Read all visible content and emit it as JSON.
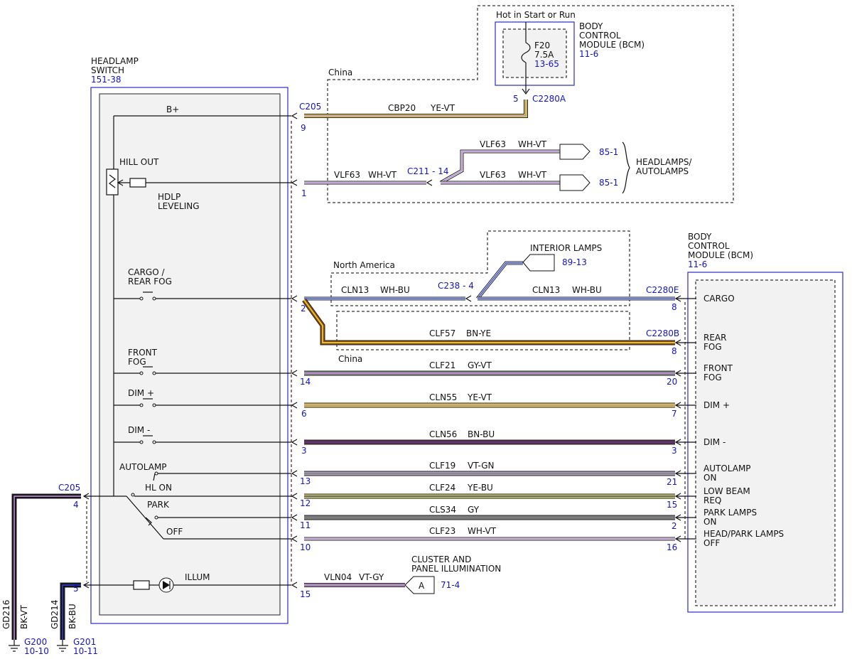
{
  "colors": {
    "YE-VT": [
      "#e8d02a",
      "#b58ad0"
    ],
    "WH-VT": [
      "#ffffff",
      "#b58ad0"
    ],
    "WH-BU": [
      "#ffffff",
      "#3a56d8"
    ],
    "BN-YE": [
      "#8a4a1a",
      "#f1d21c"
    ],
    "GY-VT": [
      "#8a8a8a",
      "#b58ad0"
    ],
    "BN-BU": [
      "#7a2c1c",
      "#2d3ec8"
    ],
    "VT-GN": [
      "#c58ad8",
      "#56a456"
    ],
    "YE-BU": [
      "#e8d02a",
      "#3a56d8"
    ],
    "GY": [
      "#7d7d7d",
      "#7d7d7d"
    ],
    "VT-GY": [
      "#c58ad8",
      "#8a8a8a"
    ],
    "BK-VT": [
      "#111111",
      "#b58ad0"
    ],
    "BK-BU": [
      "#111111",
      "#2d3ec8"
    ]
  },
  "headlamp_switch": {
    "title_line1": "HEADLAMP",
    "title_line2": "SWITCH",
    "ref": "151-38"
  },
  "switch_labels": {
    "bplus": "B+",
    "hill_out": "HILL OUT",
    "hdlp1": "HDLP",
    "hdlp2": "LEVELING",
    "cargo1": "CARGO /",
    "cargo2": "REAR FOG",
    "front1": "FRONT",
    "front2": "FOG",
    "dimplus": "DIM +",
    "dimminus": "DIM -",
    "autolamp": "AUTOLAMP",
    "hlon": "HL ON",
    "park": "PARK",
    "off": "OFF",
    "illum": "ILLUM"
  },
  "bcm_top": {
    "line1": "BODY",
    "line2": "CONTROL",
    "line3": "MODULE (BCM)",
    "ref": "11-6",
    "hot": "Hot in Start or Run",
    "fuse": "F20",
    "amps": "7.5A",
    "fuse_ref": "13-65",
    "pin": "5",
    "conn": "C2280A"
  },
  "region_china_top": "China",
  "region_north_america": "North America",
  "region_china_mid": "China",
  "c205_top": {
    "conn": "C205",
    "pin": "9"
  },
  "wires": {
    "cbp20": {
      "circuit": "CBP20",
      "color": "YE-VT"
    },
    "vlf63a": {
      "circuit": "VLF63",
      "color": "WH-VT"
    },
    "vlf63b": {
      "circuit": "VLF63",
      "color": "WH-VT"
    },
    "vlf63c": {
      "circuit": "VLF63",
      "color": "WH-VT"
    },
    "cln13a": {
      "circuit": "CLN13",
      "color": "WH-BU"
    },
    "cln13b": {
      "circuit": "CLN13",
      "color": "WH-BU"
    },
    "clf57": {
      "circuit": "CLF57",
      "color": "BN-YE"
    },
    "clf21": {
      "circuit": "CLF21",
      "color": "GY-VT"
    },
    "cln55": {
      "circuit": "CLN55",
      "color": "YE-VT"
    },
    "cln56": {
      "circuit": "CLN56",
      "color": "BN-BU"
    },
    "clf19": {
      "circuit": "CLF19",
      "color": "VT-GN"
    },
    "clf24": {
      "circuit": "CLF24",
      "color": "YE-BU"
    },
    "cls34": {
      "circuit": "CLS34",
      "color": "GY"
    },
    "clf23": {
      "circuit": "CLF23",
      "color": "WH-VT"
    },
    "vln04": {
      "circuit": "VLN04",
      "color": "VT-GY"
    }
  },
  "splices": {
    "c211": "C211 - 14",
    "c238": "C238 - 4"
  },
  "headlamps": {
    "line1": "HEADLAMPS/",
    "line2": "AUTOLAMPS",
    "ref1": "85-1",
    "ref2": "85-1"
  },
  "interior": {
    "label": "INTERIOR LAMPS",
    "ref": "89-13"
  },
  "bcm_right": {
    "line1": "BODY",
    "line2": "CONTROL",
    "line3": "MODULE (BCM)",
    "ref": "11-6",
    "conn_e": "C2280E",
    "conn_b": "C2280B",
    "pins": [
      {
        "l1": "CARGO",
        "l2": "",
        "pin": "8"
      },
      {
        "l1": "REAR",
        "l2": "FOG",
        "pin": "8"
      },
      {
        "l1": "FRONT",
        "l2": "FOG",
        "pin": "20"
      },
      {
        "l1": "DIM +",
        "l2": "",
        "pin": "7"
      },
      {
        "l1": "DIM -",
        "l2": "",
        "pin": "3"
      },
      {
        "l1": "AUTOLAMP",
        "l2": "ON",
        "pin": "21"
      },
      {
        "l1": "LOW BEAM",
        "l2": "REQ",
        "pin": "15"
      },
      {
        "l1": "PARK LAMPS",
        "l2": "ON",
        "pin": "2"
      },
      {
        "l1": "HEAD/PARK LAMPS",
        "l2": "OFF",
        "pin": "16"
      }
    ]
  },
  "left_pins": [
    "1",
    "2",
    "14",
    "6",
    "3",
    "13",
    "12",
    "11",
    "10",
    "15"
  ],
  "c205_left": {
    "conn": "C205",
    "pin": "4",
    "pin2": "5"
  },
  "grounds": {
    "gd216": "GD216",
    "bkvt": "BK-VT",
    "g200": "G200",
    "g200ref": "10-10",
    "gd214": "GD214",
    "bkbu": "BK-BU",
    "g201": "G201",
    "g201ref": "10-11"
  },
  "cluster": {
    "line1": "CLUSTER AND",
    "line2": "PANEL ILLUMINATION",
    "conn": "A",
    "ref": "71-4"
  }
}
